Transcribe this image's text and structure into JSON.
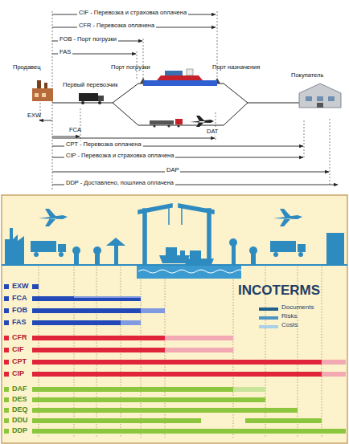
{
  "diagram": {
    "labels": [
      "CIF - Перевозка и страховка оплачена",
      "CFR - Перевозка оплачена",
      "FOB - Порт погрузки",
      "FAS",
      "Продавец",
      "Первый перевозчик",
      "Порт погрузки",
      "Порт назначения",
      "Покупатель",
      "EXW",
      "FCA",
      "DAT",
      "CPT - Перевозка оплачена",
      "CIP - Перевозка и страховка оплачена",
      "DAP",
      "DDP - Доставлено, пошлина оплачена",
      "EXW",
      "FCA",
      "FOB",
      "FAS",
      "CFR",
      "CIF",
      "CPT",
      "CIP",
      "DAF",
      "DES",
      "DEQ",
      "DDU",
      "DDP",
      "INCOTERMS"
    ],
    "legend": [
      {
        "text": "Documents",
        "color": "#1f5f8b"
      },
      {
        "text": "Risks",
        "color": "#4d95c4"
      },
      {
        "text": "Costs",
        "color": "#a9d2e8"
      }
    ]
  }
}
